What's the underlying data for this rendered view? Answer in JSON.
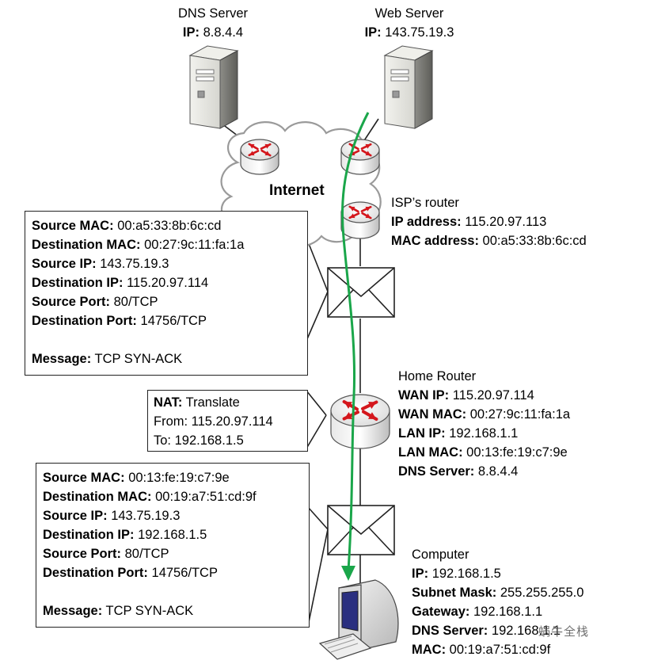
{
  "dns_server": {
    "title": "DNS Server",
    "ip_label": "IP:",
    "ip_value": "8.8.4.4"
  },
  "web_server": {
    "title": "Web Server",
    "ip_label": "IP:",
    "ip_value": "143.75.19.3"
  },
  "internet": {
    "label": "Internet"
  },
  "isp_router": {
    "title": "ISP’s router",
    "ip_label": "IP address:",
    "ip_value": "115.20.97.113",
    "mac_label": "MAC address:",
    "mac_value": "00:a5:33:8b:6c:cd"
  },
  "packet_top": {
    "rows": [
      {
        "label": "Source MAC:",
        "value": "00:a5:33:8b:6c:cd"
      },
      {
        "label": "Destination MAC:",
        "value": "00:27:9c:11:fa:1a"
      },
      {
        "label": "Source IP:",
        "value": "143.75.19.3"
      },
      {
        "label": "Destination IP:",
        "value": "115.20.97.114"
      },
      {
        "label": "Source Port:",
        "value": "80/TCP"
      },
      {
        "label": "Destination Port:",
        "value": "14756/TCP"
      }
    ],
    "message_label": "Message:",
    "message_value": "TCP SYN-ACK"
  },
  "nat": {
    "label": "NAT:",
    "action": "Translate",
    "from": "From: 115.20.97.114",
    "to": "To: 192.168.1.5"
  },
  "home_router": {
    "title": "Home Router",
    "rows": [
      {
        "label": "WAN IP:",
        "value": "115.20.97.114"
      },
      {
        "label": "WAN MAC:",
        "value": "00:27:9c:11:fa:1a"
      },
      {
        "label": "LAN IP:",
        "value": "192.168.1.1"
      },
      {
        "label": "LAN MAC:",
        "value": "00:13:fe:19:c7:9e"
      },
      {
        "label": "DNS Server:",
        "value": "8.8.4.4"
      }
    ]
  },
  "packet_bottom": {
    "rows": [
      {
        "label": "Source MAC:",
        "value": "00:13:fe:19:c7:9e"
      },
      {
        "label": "Destination MAC:",
        "value": "00:19:a7:51:cd:9f"
      },
      {
        "label": "Source IP:",
        "value": "143.75.19.3"
      },
      {
        "label": "Destination IP:",
        "value": "192.168.1.5"
      },
      {
        "label": "Source Port:",
        "value": "80/TCP"
      },
      {
        "label": "Destination Port:",
        "value": "14756/TCP"
      }
    ],
    "message_label": "Message:",
    "message_value": "TCP SYN-ACK"
  },
  "computer": {
    "title": "Computer",
    "rows": [
      {
        "label": "IP:",
        "value": "192.168.1.5"
      },
      {
        "label": "Subnet Mask:",
        "value": "255.255.255.0"
      },
      {
        "label": "Gateway:",
        "value": "192.168.1.1"
      },
      {
        "label": "DNS Server:",
        "value": "192.168.1.1"
      },
      {
        "label": "MAC:",
        "value": "00:19:a7:51:cd:9f"
      }
    ]
  },
  "watermark": {
    "text": "蜗牛全栈"
  },
  "colors": {
    "path": "#1aa64a",
    "router_arrows": "#d4161c",
    "line": "#222222"
  }
}
